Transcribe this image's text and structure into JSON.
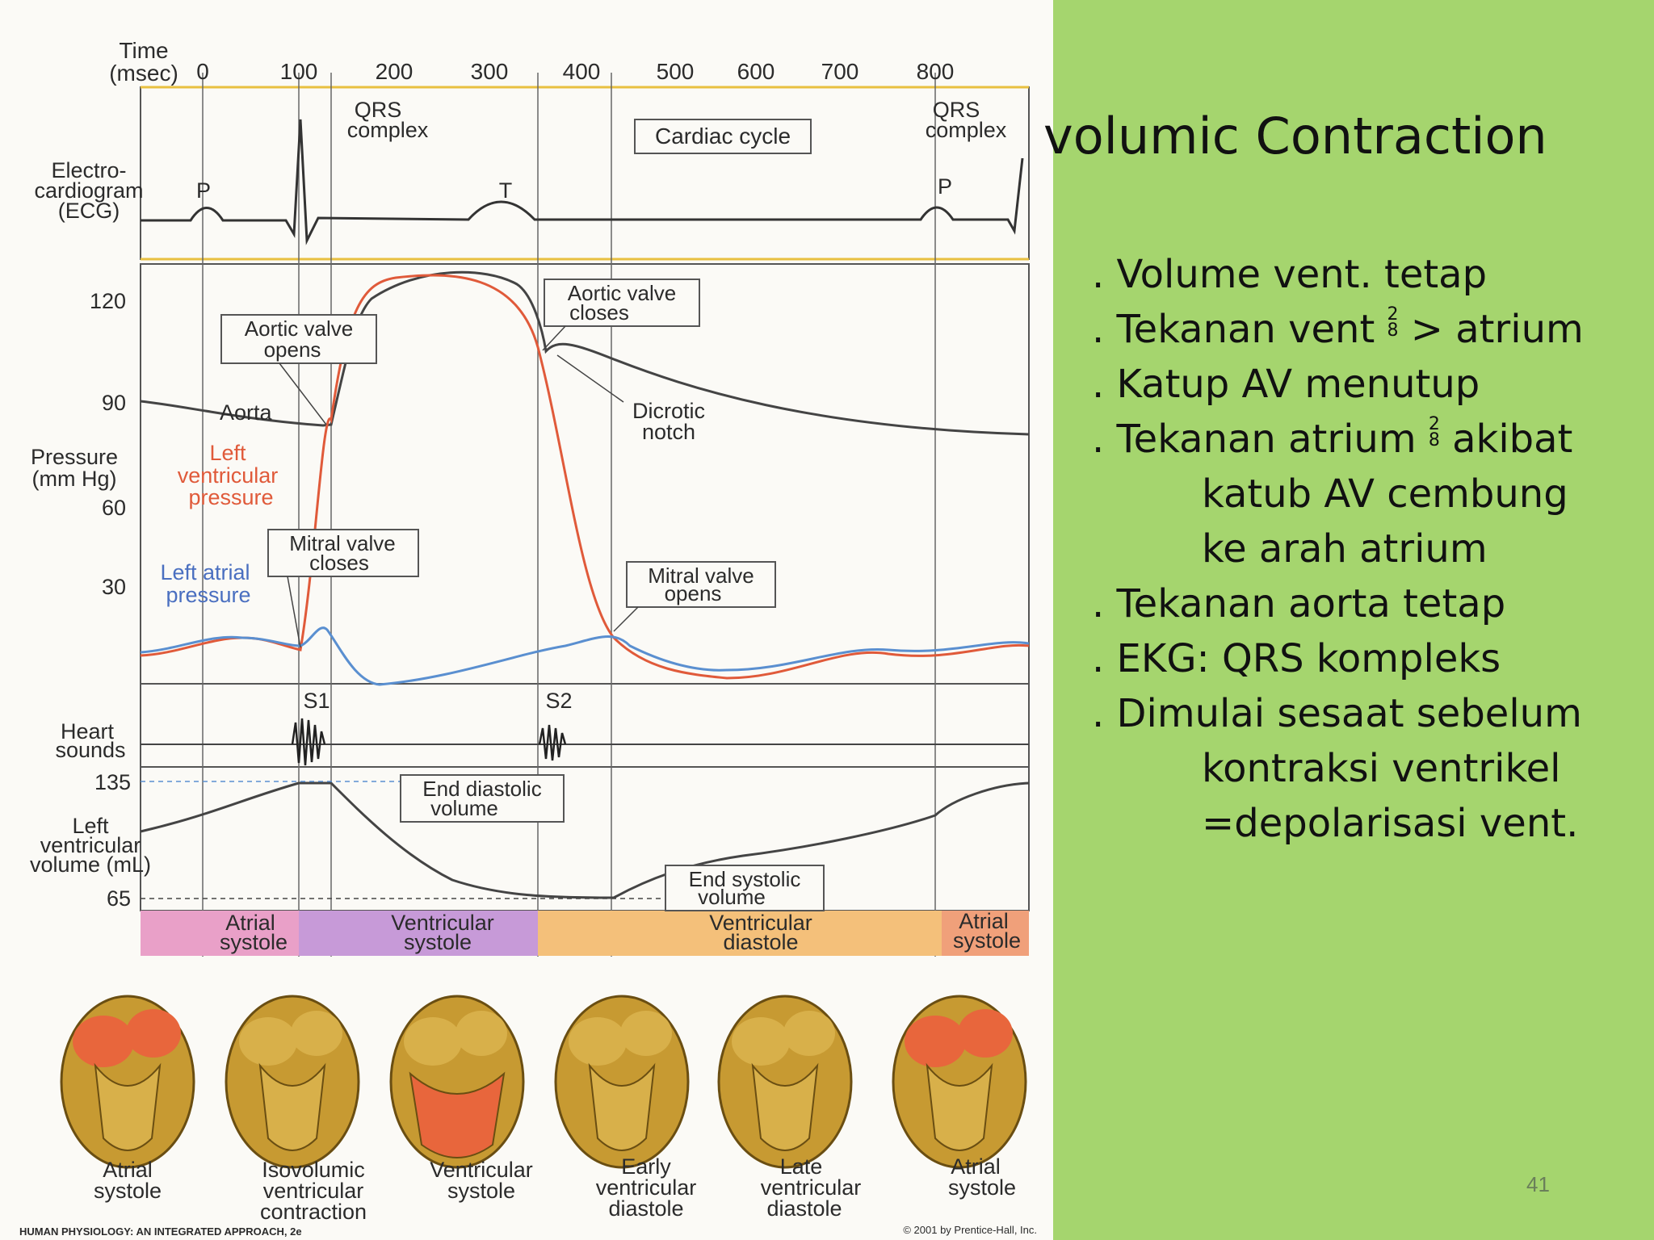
{
  "slide": {
    "title": "volumic Contraction",
    "number": "41",
    "bullets": [
      {
        "lines": [
          ". Volume vent. tetap"
        ]
      },
      {
        "lines": [
          ". Tekanan vent ",
          " > atrium"
        ],
        "frac": [
          "2",
          "8"
        ]
      },
      {
        "lines": [
          ". Katup AV menutup"
        ]
      },
      {
        "lines": [
          ". Tekanan atrium ",
          " akibat"
        ],
        "frac": [
          "2",
          "8"
        ],
        "cont": [
          "katub AV cembung",
          "ke arah atrium"
        ]
      },
      {
        "lines": [
          ". Tekanan aorta tetap"
        ]
      },
      {
        "lines": [
          ". EKG: QRS kompleks"
        ]
      },
      {
        "lines": [
          ". Dimulai sesaat sebelum"
        ],
        "cont": [
          "kontraksi ventrikel",
          "=depolarisasi vent."
        ]
      }
    ]
  },
  "figure": {
    "time_axis": {
      "label_line1": "Time",
      "label_line2": "(msec)",
      "ticks": [
        "0",
        "100",
        "200",
        "300",
        "400",
        "500",
        "600",
        "700",
        "800"
      ]
    },
    "ecg": {
      "label_lines": [
        "Electro-",
        "cardiogram",
        "(ECG)"
      ],
      "p": "P",
      "t": "T",
      "p2": "P",
      "qrs1_lines": [
        "QRS",
        "complex"
      ],
      "qrs2_lines": [
        "QRS",
        "complex"
      ],
      "cardiac_cycle": "Cardiac cycle"
    },
    "pressure": {
      "axis_label_lines": [
        "Pressure",
        "(mm Hg)"
      ],
      "ticks": [
        "120",
        "90",
        "60",
        "30"
      ],
      "aorta": "Aorta",
      "lv_lines": [
        "Left",
        "ventricular",
        "pressure"
      ],
      "la_lines": [
        "Left atrial",
        "pressure"
      ],
      "aortic_opens_lines": [
        "Aortic valve",
        "opens"
      ],
      "aortic_closes_lines": [
        "Aortic valve",
        "closes"
      ],
      "dicrotic_lines": [
        "Dicrotic",
        "notch"
      ],
      "mitral_closes_lines": [
        "Mitral valve",
        "closes"
      ],
      "mitral_opens_lines": [
        "Mitral valve",
        "opens"
      ]
    },
    "sounds": {
      "label_lines": [
        "Heart",
        "sounds"
      ],
      "s1": "S1",
      "s2": "S2"
    },
    "volume": {
      "axis_label_lines": [
        "Left",
        "ventricular",
        "volume (mL)"
      ],
      "ticks": [
        "135",
        "65"
      ],
      "edv_lines": [
        "End diastolic",
        "volume"
      ],
      "esv_lines": [
        "End systolic",
        "volume"
      ]
    },
    "phases": [
      {
        "lines": [
          "Atrial",
          "systole"
        ],
        "color": "#e9a0c8"
      },
      {
        "lines": [
          "Ventricular",
          "systole"
        ],
        "color": "#c79ad8"
      },
      {
        "lines": [
          "Ventricular",
          "diastole"
        ],
        "color": "#f4c07a"
      },
      {
        "lines": [
          "Atrial",
          "systole"
        ],
        "color": "#f0a07a"
      }
    ],
    "hearts": [
      {
        "lines": [
          "Atrial",
          "systole"
        ],
        "highlight": "atria"
      },
      {
        "lines": [
          "Isovolumic",
          "ventricular",
          "contraction"
        ],
        "highlight": "none"
      },
      {
        "lines": [
          "Ventricular",
          "systole"
        ],
        "highlight": "ventricles"
      },
      {
        "lines": [
          "Early",
          "ventricular",
          "diastole"
        ],
        "highlight": "none"
      },
      {
        "lines": [
          "Late",
          "ventricular",
          "diastole"
        ],
        "highlight": "none"
      },
      {
        "lines": [
          "Atrial",
          "systole"
        ],
        "highlight": "atria"
      }
    ],
    "credit_left": "HUMAN PHYSIOLOGY: AN INTEGRATED APPROACH, 2e",
    "credit_right": "© 2001 by Prentice-Hall, Inc."
  }
}
